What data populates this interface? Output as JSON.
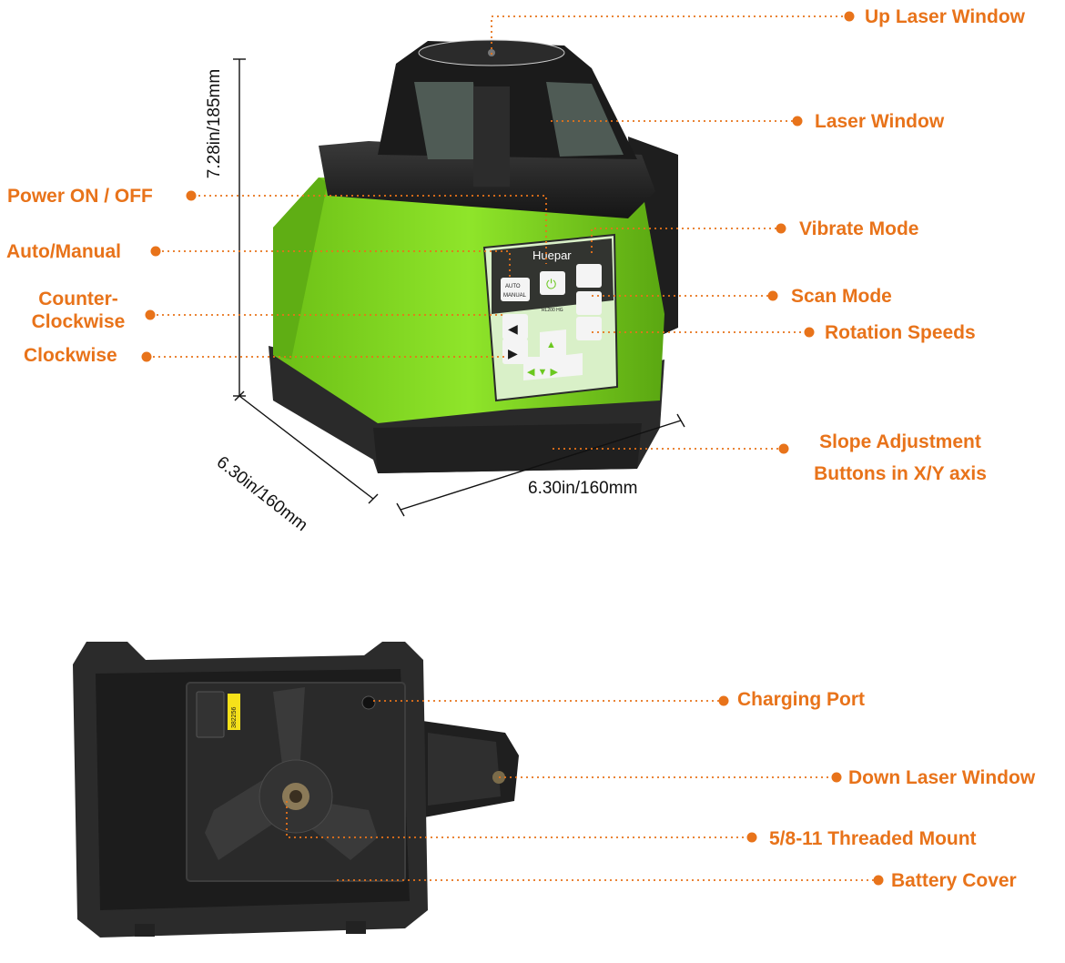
{
  "callouts": {
    "up_laser_window": "Up Laser Window",
    "laser_window": "Laser Window",
    "power": "Power ON / OFF",
    "vibrate": "Vibrate Mode",
    "auto_manual": "Auto/Manual",
    "scan": "Scan Mode",
    "counter_clockwise_1": "Counter-",
    "counter_clockwise_2": "Clockwise",
    "rotation_speeds": "Rotation Speeds",
    "clockwise": "Clockwise",
    "slope_1": "Slope Adjustment",
    "slope_2": "Buttons in X/Y axis",
    "charging_port": "Charging Port",
    "down_laser_window": "Down Laser Window",
    "threaded_mount": "5/8-11 Threaded Mount",
    "battery_cover": "Battery Cover"
  },
  "dimensions": {
    "height": "7.28in/185mm",
    "depth": "6.30in/160mm",
    "width": "6.30in/160mm"
  },
  "device_labels": {
    "brand": "Huepar",
    "auto": "AUTO",
    "manual": "MANUAL",
    "model": "RL200 HG",
    "serial": "382256"
  },
  "colors": {
    "accent": "#e8731a",
    "body_green": "#7fd321",
    "housing": "#262626"
  }
}
